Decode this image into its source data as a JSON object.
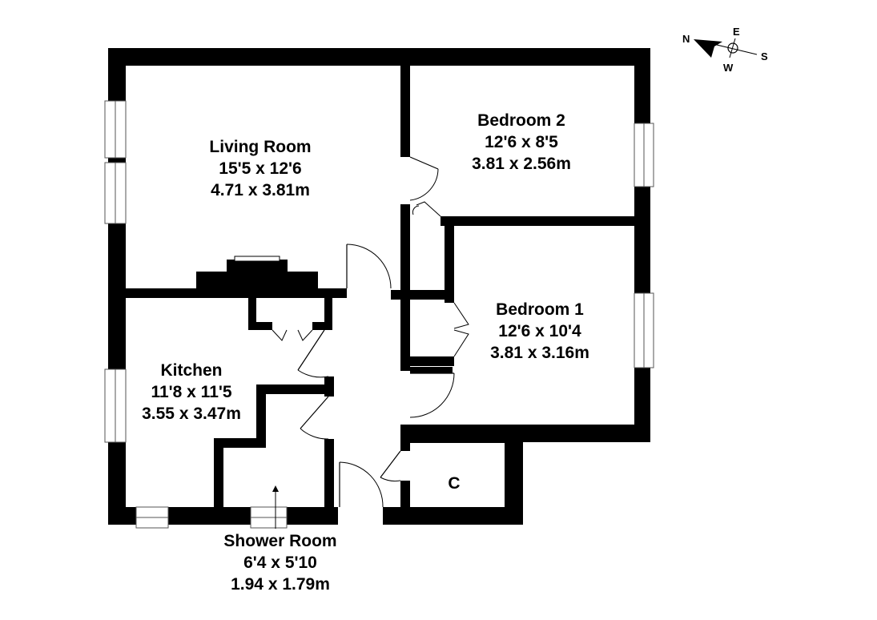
{
  "rooms": {
    "living_room": {
      "name": "Living Room",
      "imperial": "15'5 x 12'6",
      "metric": "4.71 x 3.81m"
    },
    "bedroom_2": {
      "name": "Bedroom 2",
      "imperial": "12'6 x 8'5",
      "metric": "3.81 x 2.56m"
    },
    "bedroom_1": {
      "name": "Bedroom 1",
      "imperial": "12'6 x 10'4",
      "metric": "3.81 x 3.16m"
    },
    "kitchen": {
      "name": "Kitchen",
      "imperial": "11'8 x 11'5",
      "metric": "3.55 x 3.47m"
    },
    "shower_room": {
      "name": "Shower Room",
      "imperial": "6'4 x 5'10",
      "metric": "1.94 x 1.79m"
    },
    "cupboard": {
      "name": "C"
    }
  },
  "compass": {
    "n": "N",
    "e": "E",
    "s": "S",
    "w": "W"
  }
}
